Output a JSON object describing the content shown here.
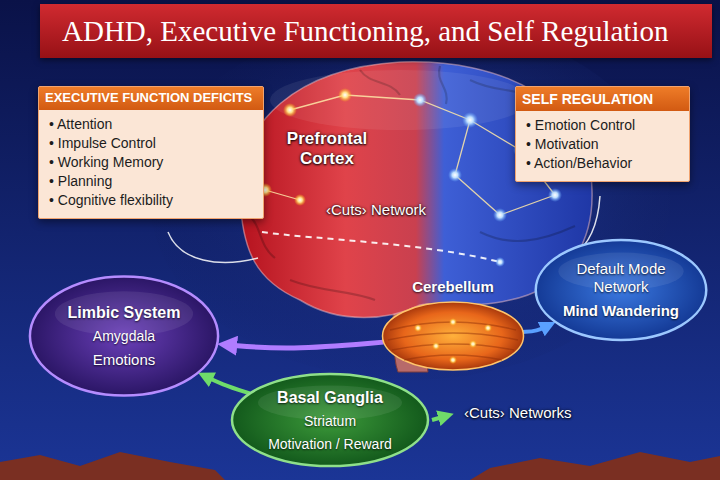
{
  "diagram": {
    "title": "ADHD, Executive Functioning, and Self Regulation",
    "nodes": [
      {
        "text": [
          "EXECUTIVE FUNCTION DEFICITS",
          "• Attention",
          "• Impulse Control",
          "• Working Memory",
          "• Planning",
          "• Cognitive flexibility"
        ]
      },
      {
        "text": [
          "SELF REGULATION",
          "• Emotion Control",
          "• Motivation",
          "• Action/Behavior"
        ]
      },
      {
        "text": [
          "Cerebellum"
        ]
      },
      {
        "text": [
          "Limbic System",
          "Amygdala",
          "Emotions"
        ]
      },
      {
        "text": [
          "Default Mode Network",
          "Mind Wandering"
        ]
      },
      {
        "text": [
          "Basal Ganglia",
          "Striatum",
          "Motivation / Reward"
        ]
      }
    ],
    "edges": [
      {
        "from": 2,
        "to": 3,
        "arrow": "to"
      },
      {
        "from": 5,
        "to": 3,
        "arrow": "to"
      },
      {
        "from": 2,
        "to": 4,
        "arrow": "to"
      }
    ],
    "labels": [
      "Prefrontal Cortex",
      "‹Cuts› Network",
      "‹Cuts› Networks"
    ]
  }
}
